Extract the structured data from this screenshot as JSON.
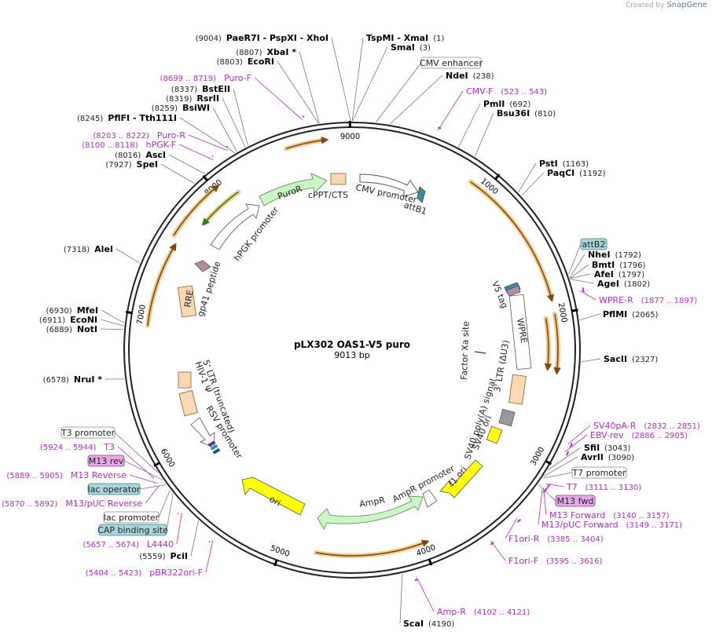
{
  "credit": {
    "prefix": "Created by",
    "brand": "SnapGene"
  },
  "plasmid": {
    "name": "pLX302 OAS1-V5 puro",
    "size": "9013 bp",
    "length": 9013
  },
  "ticks": [
    {
      "bp": 1000,
      "label": "1000"
    },
    {
      "bp": 2000,
      "label": "2000"
    },
    {
      "bp": 3000,
      "label": "3000"
    },
    {
      "bp": 4000,
      "label": "4000"
    },
    {
      "bp": 5000,
      "label": "5000"
    },
    {
      "bp": 6000,
      "label": "6000"
    },
    {
      "bp": 7000,
      "label": "7000"
    },
    {
      "bp": 8000,
      "label": "8000"
    },
    {
      "bp": 9000,
      "label": "9000"
    }
  ],
  "sites": [
    {
      "name": "TspMI  - XmaI",
      "pos": "(1)",
      "bp": 1
    },
    {
      "name": "SmaI",
      "pos": "(3)",
      "bp": 3
    },
    {
      "name": "NdeI",
      "pos": "(238)",
      "bp": 238
    },
    {
      "name": "PmlI",
      "pos": "(692)",
      "bp": 692
    },
    {
      "name": "Bsu36I",
      "pos": "(810)",
      "bp": 810
    },
    {
      "name": "PstI",
      "pos": "(1163)",
      "bp": 1163
    },
    {
      "name": "PaqCI",
      "pos": "(1192)",
      "bp": 1192
    },
    {
      "name": "NheI",
      "pos": "(1792)",
      "bp": 1792
    },
    {
      "name": "BmtI",
      "pos": "(1796)",
      "bp": 1796
    },
    {
      "name": "AfeI",
      "pos": "(1797)",
      "bp": 1797
    },
    {
      "name": "AgeI",
      "pos": "(1802)",
      "bp": 1802
    },
    {
      "name": "PflMI",
      "pos": "(2065)",
      "bp": 2065
    },
    {
      "name": "SacII",
      "pos": "(2327)",
      "bp": 2327
    },
    {
      "name": "SfiI",
      "pos": "(3043)",
      "bp": 3043
    },
    {
      "name": "AvrII",
      "pos": "(3090)",
      "bp": 3090
    },
    {
      "name": "ScaI",
      "pos": "(4190)",
      "bp": 4190
    },
    {
      "name": "PciI",
      "pos": "(5559)",
      "bp": 5559
    },
    {
      "name": "NruI *",
      "pos": "(6578)",
      "bp": 6578
    },
    {
      "name": "NotI",
      "pos": "(6889)",
      "bp": 6889
    },
    {
      "name": "EcoNI",
      "pos": "(6911)",
      "bp": 6911
    },
    {
      "name": "MfeI",
      "pos": "(6930)",
      "bp": 6930
    },
    {
      "name": "AleI",
      "pos": "(7318)",
      "bp": 7318
    },
    {
      "name": "SpeI",
      "pos": "(7927)",
      "bp": 7927
    },
    {
      "name": "AscI",
      "pos": "(8016)",
      "bp": 8016
    },
    {
      "name": "PflFI  - Tth111I",
      "pos": "(8245)",
      "bp": 8245
    },
    {
      "name": "BsiWI",
      "pos": "(8259)",
      "bp": 8259
    },
    {
      "name": "RsrII",
      "pos": "(8319)",
      "bp": 8319
    },
    {
      "name": "BstEII",
      "pos": "(8337)",
      "bp": 8337
    },
    {
      "name": "EcoRI",
      "pos": "(8803)",
      "bp": 8803
    },
    {
      "name": "XbaI *",
      "pos": "(8807)",
      "bp": 8807
    },
    {
      "name": "PaeR7I  - PspXI  - XhoI",
      "pos": "(9004)",
      "bp": 9004
    }
  ],
  "primers": [
    {
      "name": "CMV-F",
      "pos": "(523 .. 543)",
      "bp": 533
    },
    {
      "name": "WPRE-R",
      "pos": "(1877 .. 1897)",
      "bp": 1887
    },
    {
      "name": "SV40pA-R",
      "pos": "(2832 .. 2851)",
      "bp": 2841
    },
    {
      "name": "EBV-rev",
      "pos": "(2886 .. 2905)",
      "bp": 2895
    },
    {
      "name": "T7",
      "pos": "(3111 .. 3130)",
      "bp": 3120
    },
    {
      "name": "M13 Forward",
      "pos": "(3140 .. 3157)",
      "bp": 3148
    },
    {
      "name": "M13/pUC Forward",
      "pos": "(3149 .. 3171)",
      "bp": 3160
    },
    {
      "name": "F1ori-R",
      "pos": "(3385 .. 3404)",
      "bp": 3394
    },
    {
      "name": "F1ori-F",
      "pos": "(3595 .. 3616)",
      "bp": 3605
    },
    {
      "name": "Amp-R",
      "pos": "(4102 .. 4121)",
      "bp": 4111
    },
    {
      "name": "pBR322ori-F",
      "pos": "(5404 .. 5423)",
      "bp": 5413
    },
    {
      "name": "L4440",
      "pos": "(5657 .. 5674)",
      "bp": 5665
    },
    {
      "name": "M13/pUC Reverse",
      "pos": "(5870 .. 5892)",
      "bp": 5881
    },
    {
      "name": "M13 Reverse",
      "pos": "(5889 .. 5905)",
      "bp": 5897
    },
    {
      "name": "T3",
      "pos": "(5924 .. 5944)",
      "bp": 5934
    },
    {
      "name": "hPGK-F",
      "pos": "(8100 .. 8118)",
      "bp": 8109
    },
    {
      "name": "Puro-R",
      "pos": "(8203 .. 8222)",
      "bp": 8212
    },
    {
      "name": "Puro-F",
      "pos": "(8699 .. 8719)",
      "bp": 8709
    }
  ],
  "boxes": [
    {
      "name": "CMV enhancer",
      "bp": 150
    },
    {
      "name": "attB2",
      "bp": 1770
    },
    {
      "name": "T7 promoter",
      "bp": 3105
    },
    {
      "name": "M13 fwd",
      "bp": 3150
    },
    {
      "name": "T3 promoter",
      "bp": 5950
    },
    {
      "name": "M13 rev",
      "bp": 5895
    },
    {
      "name": "lac operator",
      "bp": 5860
    },
    {
      "name": "lac promoter",
      "bp": 5820
    },
    {
      "name": "CAP binding site",
      "bp": 5790
    }
  ],
  "features": [
    {
      "name": "CMV promoter"
    },
    {
      "name": "attB1"
    },
    {
      "name": "cPPT/CTS"
    },
    {
      "name": "PuroR"
    },
    {
      "name": "hPGK promoter"
    },
    {
      "name": "gp41 peptide"
    },
    {
      "name": "RRE"
    },
    {
      "name": "5' LTR (truncated)"
    },
    {
      "name": "HIV-1 Ψ"
    },
    {
      "name": "RSV promoter"
    },
    {
      "name": "ori"
    },
    {
      "name": "AmpR"
    },
    {
      "name": "AmpR promoter"
    },
    {
      "name": "f1 ori"
    },
    {
      "name": "SV40 ori"
    },
    {
      "name": "SV40 poly(A) signal"
    },
    {
      "name": "3' LTR (ΔU3)"
    },
    {
      "name": "WPRE"
    },
    {
      "name": "Factor Xa site"
    },
    {
      "name": "V5 tag"
    }
  ],
  "colors": {
    "backbone": "#222222",
    "primer": "#b02ec9",
    "orf_glow": "#f2c27a",
    "orf_arrow": "#7a4a10",
    "puro": "#cdf5c8",
    "ori": "#ffff00",
    "ltr": "#fad8b4",
    "box_blue": "#a9d6dd",
    "box_pink": "#e7a8ea"
  }
}
